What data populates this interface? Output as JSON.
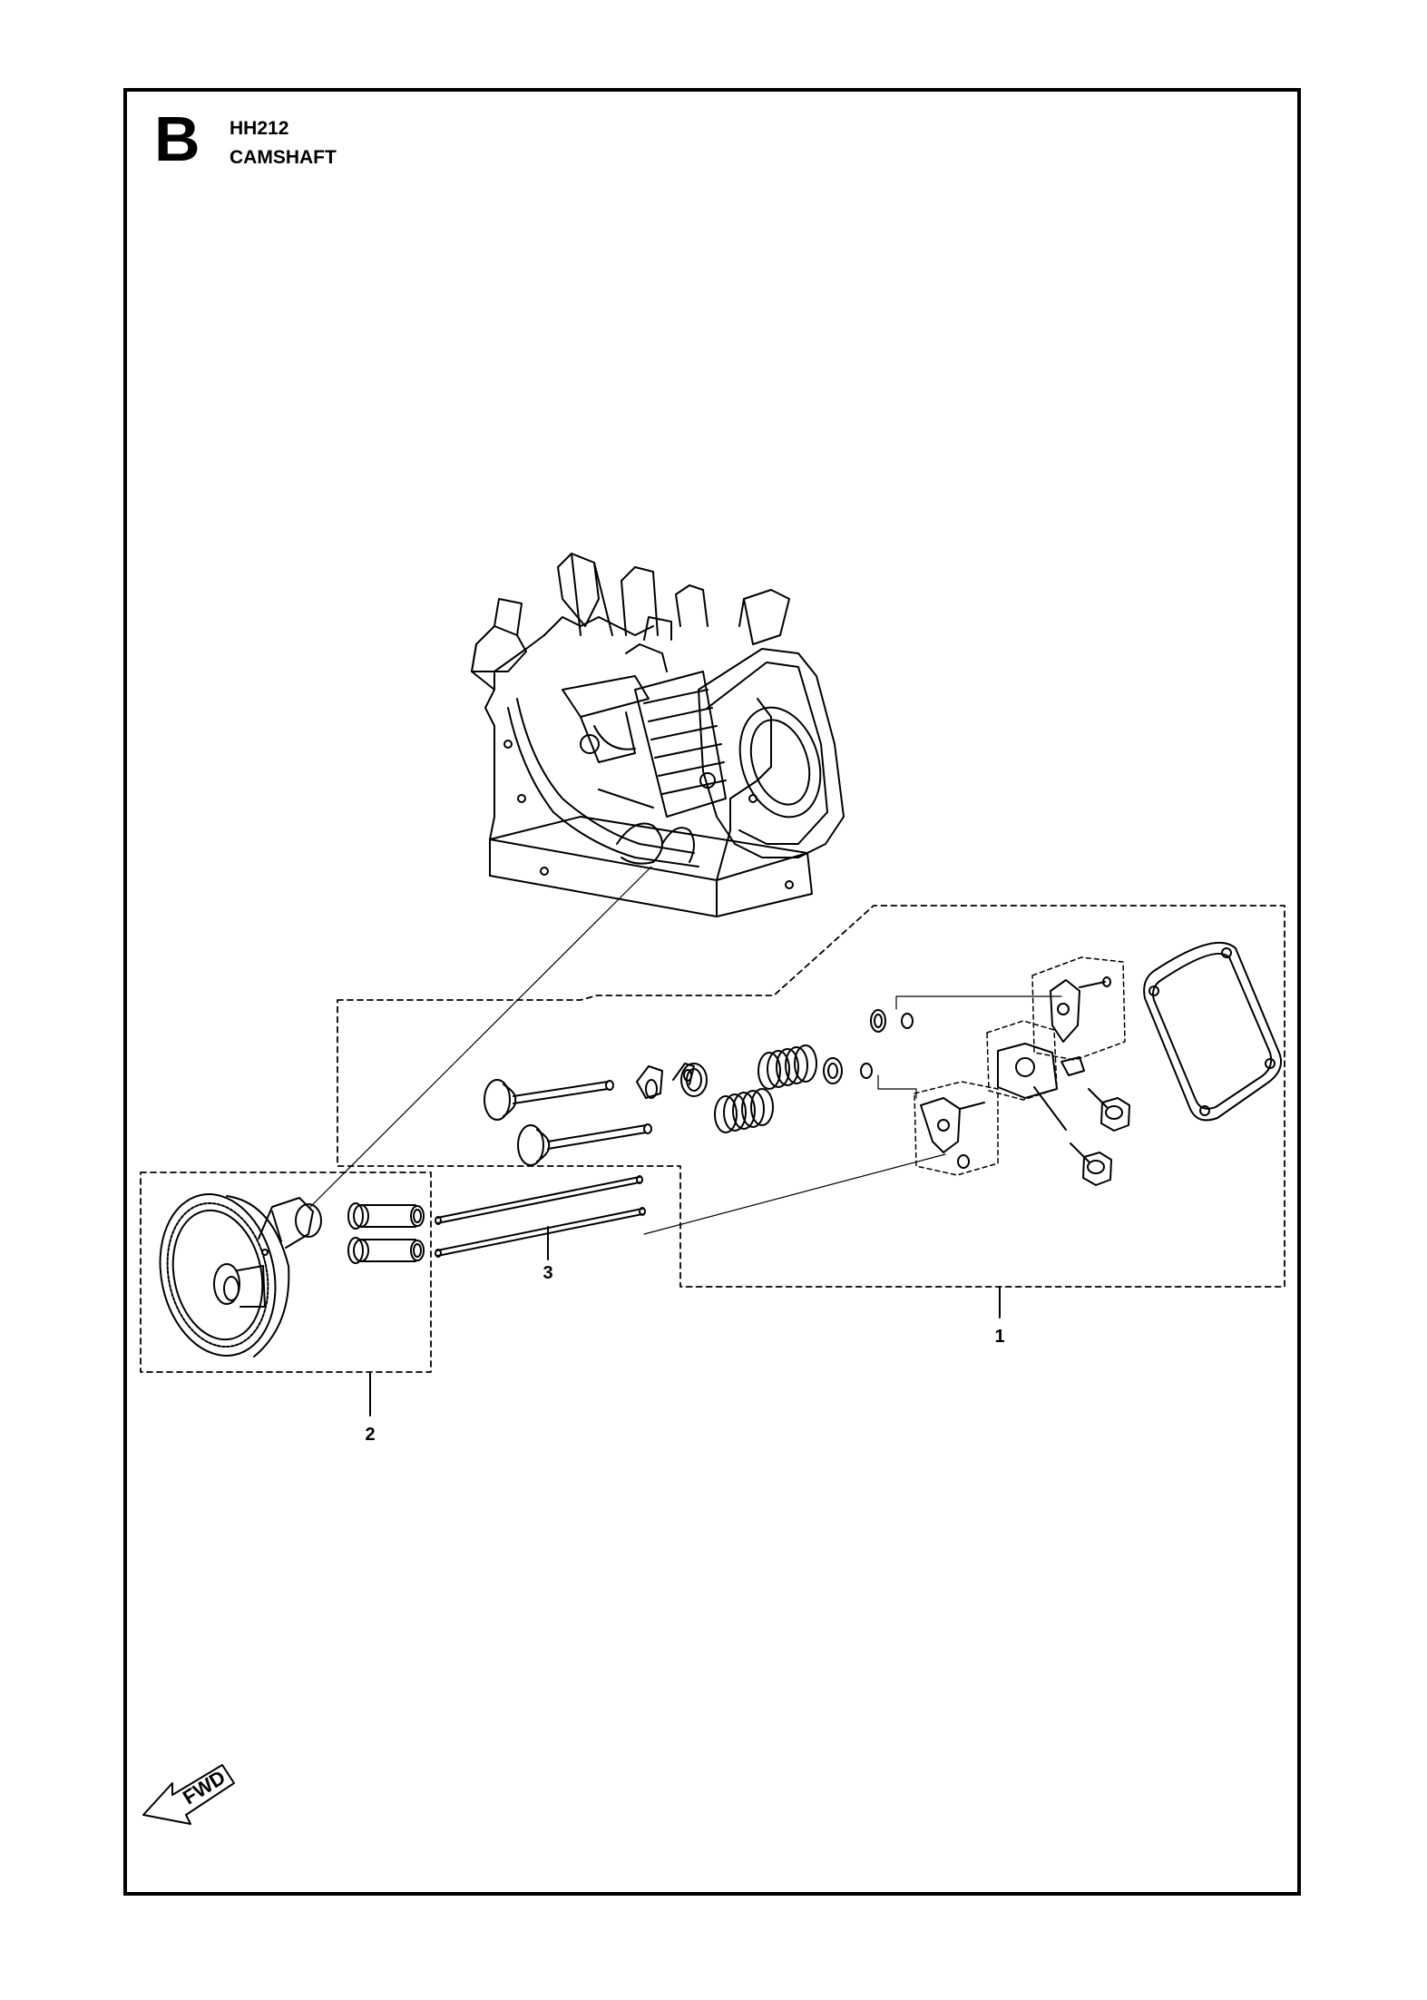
{
  "header": {
    "section_letter": "B",
    "model": "HH212",
    "title": "CAMSHAFT"
  },
  "callouts": {
    "c1": "1",
    "c2": "2",
    "c3": "3"
  },
  "direction_marker": {
    "label": "FWD",
    "icon": "forward-arrow-icon"
  }
}
